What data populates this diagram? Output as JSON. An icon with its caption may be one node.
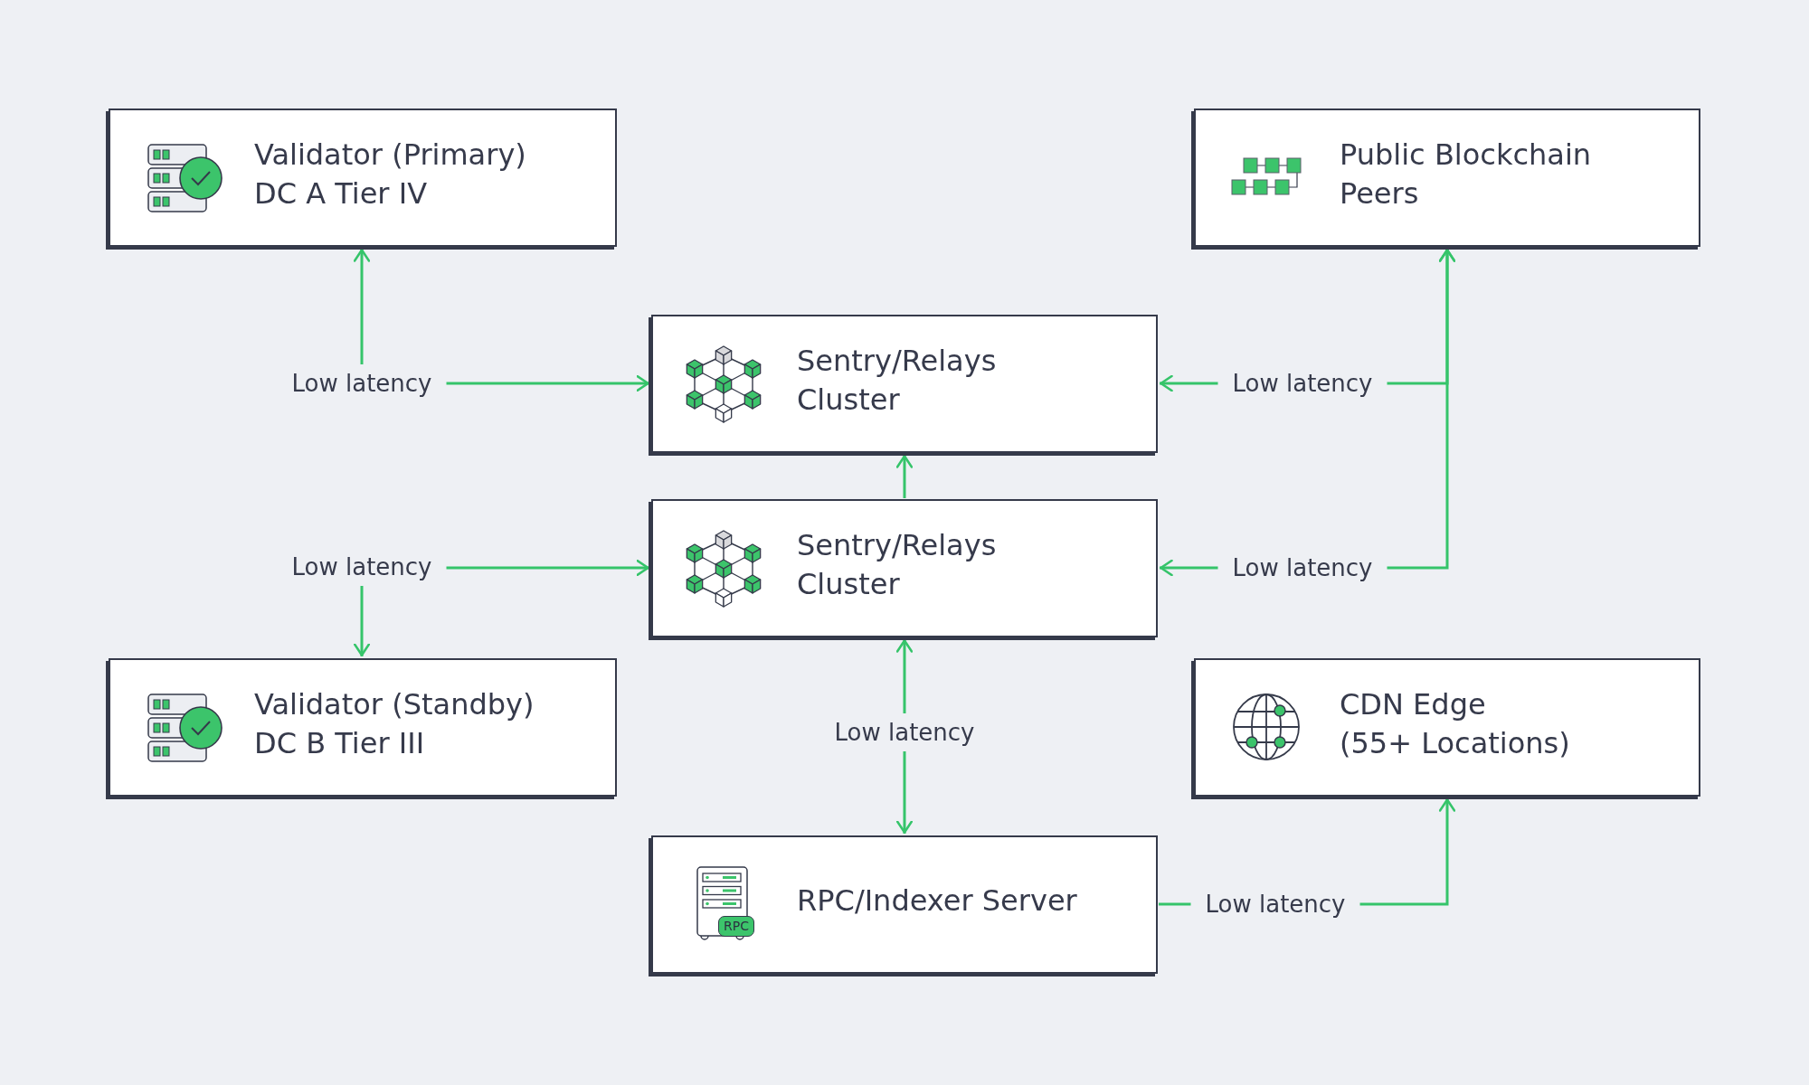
{
  "diagram": {
    "nodes": [
      {
        "text": [
          "Validator (Primary)",
          "DC A Tier IV"
        ]
      },
      {
        "text": [
          "Public Blockchain Peers"
        ]
      },
      {
        "text": [
          "Sentry/Relays Cluster"
        ]
      },
      {
        "text": [
          "Sentry/Relays Cluster"
        ]
      },
      {
        "text": [
          "Validator (Standby)",
          "DC B Tier III"
        ]
      },
      {
        "text": [
          "CDN Edge",
          "(55+ Locations)"
        ]
      },
      {
        "text": [
          "RPC/Indexer Server"
        ]
      },
      {
        "text": [
          "RPC"
        ],
        "in": 6
      }
    ],
    "edges": [
      {
        "from": 0,
        "to": 2,
        "arrow": "both",
        "label": "Low latency"
      },
      {
        "from": 1,
        "to": 2,
        "arrow": "both",
        "label": "Low latency"
      },
      {
        "from": 3,
        "to": 2,
        "arrow": "to"
      },
      {
        "from": 3,
        "to": 4,
        "arrow": "both",
        "label": "Low latency"
      },
      {
        "from": 1,
        "to": 3,
        "arrow": "both",
        "label": "Low latency"
      },
      {
        "from": 3,
        "to": 6,
        "arrow": "both",
        "label": "Low latency"
      },
      {
        "from": 6,
        "to": 5,
        "arrow": "to",
        "label": "Low latency"
      }
    ]
  }
}
